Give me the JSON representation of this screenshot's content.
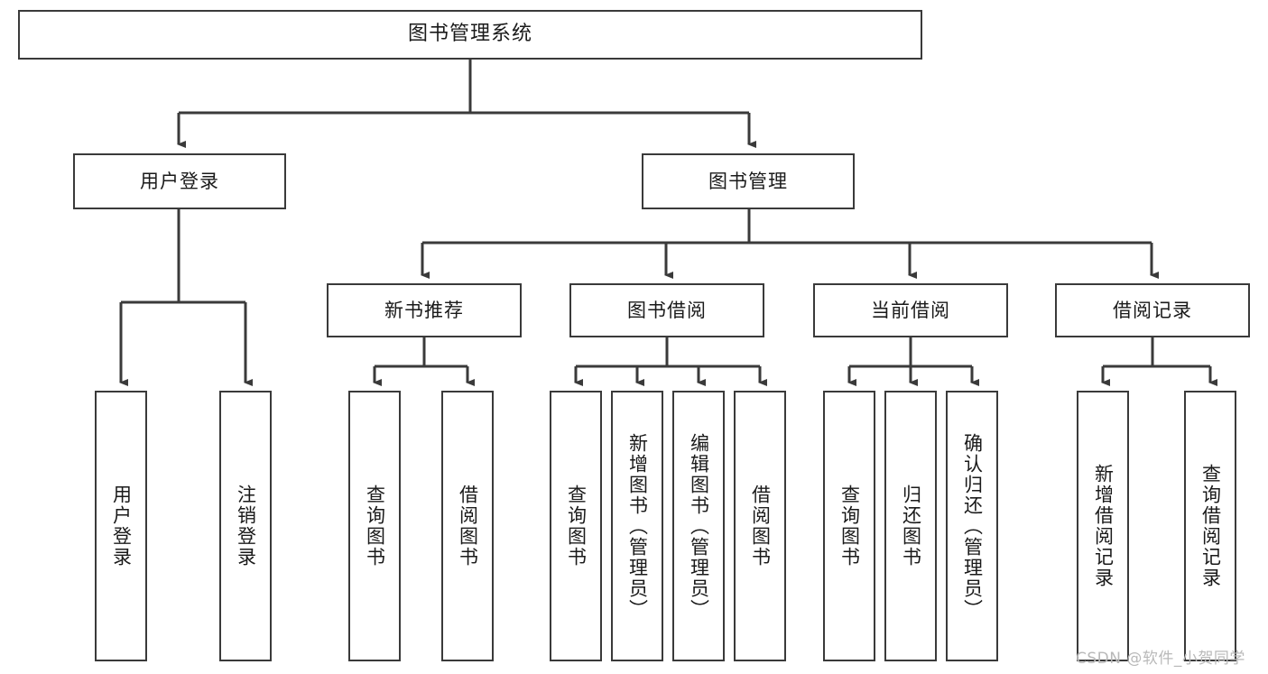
{
  "diagram": {
    "type": "tree-hierarchy",
    "title": "图书管理系统",
    "watermark": "CSDN @软件_小贺同学",
    "colors": {
      "box_border": "#3a3a3a",
      "box_fill": "#ffffff",
      "connector": "#3a3a3a",
      "text": "#1a1a1a",
      "watermark": "#b9b9b9",
      "background": "#ffffff"
    },
    "root": {
      "label": "图书管理系统"
    },
    "level2": [
      {
        "label": "用户登录"
      },
      {
        "label": "图书管理"
      }
    ],
    "level3": [
      {
        "label": "新书推荐"
      },
      {
        "label": "图书借阅"
      },
      {
        "label": "当前借阅"
      },
      {
        "label": "借阅记录"
      }
    ],
    "leaves": {
      "user_login": [
        {
          "label": "用户登录"
        },
        {
          "label": "注销登录"
        }
      ],
      "new_book_recommend": [
        {
          "label": "查询图书"
        },
        {
          "label": "借阅图书"
        }
      ],
      "book_borrow": [
        {
          "label": "查询图书"
        },
        {
          "label": "新增图书（管理员）"
        },
        {
          "label": "编辑图书（管理员）"
        },
        {
          "label": "借阅图书"
        }
      ],
      "current_borrow": [
        {
          "label": "查询图书"
        },
        {
          "label": "归还图书"
        },
        {
          "label": "确认归还（管理员）"
        }
      ],
      "borrow_record": [
        {
          "label": "新增借阅记录"
        },
        {
          "label": "查询借阅记录"
        }
      ]
    }
  }
}
